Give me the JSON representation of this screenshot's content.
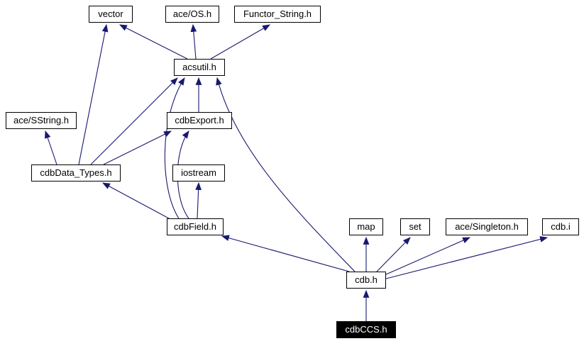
{
  "diagram": {
    "type": "include-dependency-graph",
    "colors": {
      "edge": "#191970",
      "node_border": "#000000",
      "node_background": "#ffffff",
      "node_text": "#000000",
      "current_node_background": "#000000",
      "current_node_text": "#ffffff",
      "page_background": "#ffffff"
    },
    "nodes": [
      {
        "id": "vector",
        "label": "vector"
      },
      {
        "id": "ace-os-h",
        "label": "ace/OS.h"
      },
      {
        "id": "functor-string",
        "label": "Functor_String.h"
      },
      {
        "id": "acsutil-h",
        "label": "acsutil.h"
      },
      {
        "id": "ace-sstring-h",
        "label": "ace/SString.h"
      },
      {
        "id": "cdbexport-h",
        "label": "cdbExport.h"
      },
      {
        "id": "cdbdata-types-h",
        "label": "cdbData_Types.h"
      },
      {
        "id": "iostream",
        "label": "iostream"
      },
      {
        "id": "cdbfield-h",
        "label": "cdbField.h"
      },
      {
        "id": "map",
        "label": "map"
      },
      {
        "id": "set",
        "label": "set"
      },
      {
        "id": "ace-singleton-h",
        "label": "ace/Singleton.h"
      },
      {
        "id": "cdb-i",
        "label": "cdb.i"
      },
      {
        "id": "cdb-h",
        "label": "cdb.h"
      },
      {
        "id": "cdbccs-h",
        "label": "cdbCCS.h",
        "current": true
      }
    ],
    "edges": [
      {
        "from": "acsutil.h",
        "to": "vector"
      },
      {
        "from": "acsutil.h",
        "to": "ace/OS.h"
      },
      {
        "from": "acsutil.h",
        "to": "Functor_String.h"
      },
      {
        "from": "cdbExport.h",
        "to": "acsutil.h"
      },
      {
        "from": "cdbData_Types.h",
        "to": "vector"
      },
      {
        "from": "cdbData_Types.h",
        "to": "ace/SString.h"
      },
      {
        "from": "cdbData_Types.h",
        "to": "acsutil.h"
      },
      {
        "from": "cdbData_Types.h",
        "to": "cdbExport.h"
      },
      {
        "from": "cdbField.h",
        "to": "acsutil.h"
      },
      {
        "from": "cdbField.h",
        "to": "cdbExport.h"
      },
      {
        "from": "cdbField.h",
        "to": "iostream"
      },
      {
        "from": "cdbField.h",
        "to": "cdbData_Types.h"
      },
      {
        "from": "cdb.h",
        "to": "acsutil.h"
      },
      {
        "from": "cdb.h",
        "to": "cdbField.h"
      },
      {
        "from": "cdb.h",
        "to": "map"
      },
      {
        "from": "cdb.h",
        "to": "set"
      },
      {
        "from": "cdb.h",
        "to": "ace/Singleton.h"
      },
      {
        "from": "cdb.h",
        "to": "cdb.i"
      },
      {
        "from": "cdbCCS.h",
        "to": "cdb.h"
      }
    ]
  }
}
